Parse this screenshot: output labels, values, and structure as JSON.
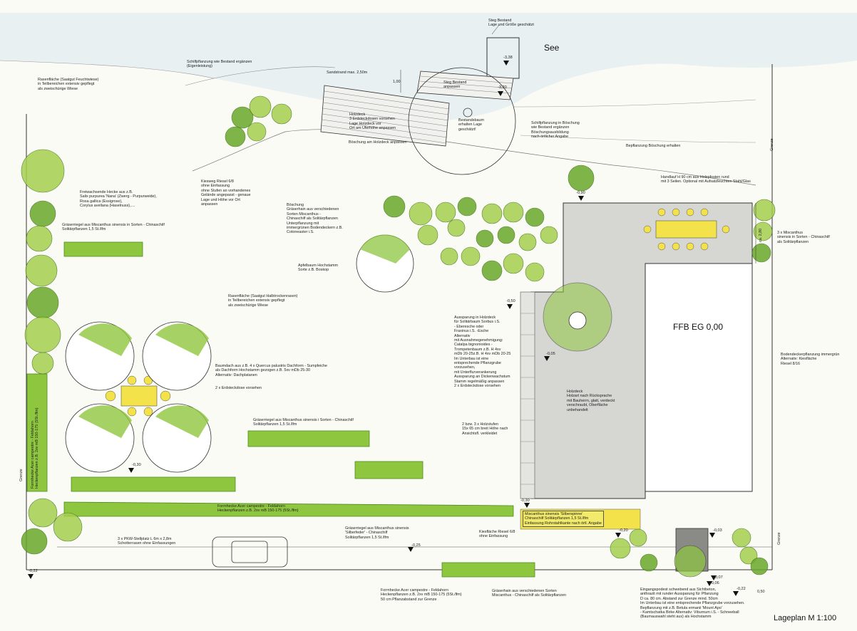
{
  "colors": {
    "hedge_green": "#8ec63f",
    "dark_green": "#4e8a1f",
    "shadow_brown": "#8b7d6b",
    "yellow": "#f3e24a",
    "lake_blue": "#cfe3ec",
    "deck_grey": "#d7d7d3",
    "house_white": "#ffffff",
    "path_stroke": "#333333"
  },
  "plan": {
    "title": "Lageplan M 1:100",
    "lake": "See",
    "house": "FFB EG 0,00",
    "labels": {
      "steg_bestand": "Steg Bestand\nLage und Größe geschätzt",
      "rasen_feucht": "Rasenfläche (Saatgut Feuchtwiese)\nin Teilbereichen extensiv gepflegt\nals zweischürige Wiese",
      "schilf_top": "Schilfpflanzung wie Bestand ergänzen\n(Eigenleistung)",
      "sandstrand": "Sandstrand max. 2,50m",
      "dim_100": "1,00",
      "steg_anpassen": "Steg Bestand\nanpassen",
      "holzdeck_top": "Holzdeck\n3 Erdsteckdosen vorsehen\nLage Holzdeck vor\nOrt am Uferhöhe anpassen",
      "boeschung_holzdeck": "Böschung am Holzdeck anpassen",
      "bestandsbaum": "Bestandsbaum\nerhalten Lage\ngeschätzt!",
      "schilf_boeschung": "Schilfpflanzung in Böschung\nwie Bestand ergänzen\nBöschungsausbildung\nnach örtlicher Angabe",
      "bepflanzung_boeschung": "Bepflanzung Böschung erhalten",
      "grenze_right": "Grenze",
      "handlauf": "Handlauf H 90 cm aus Holzpfosten rund\nmit 3 Seilen. Optional mit Aufsatzleuchten Stahl/Glas",
      "freihecke": "Freiwachsende Hecke aus z.B.\nSalix purpurea 'Nana' (Zwerg - Purpurweide),\nRosa gallica (Essigrose),\nCorylus avellana (Haselnuss),....",
      "kiesweg": "Kiesweg Riesel 6/8\nohne Einfassung\nohne Stufen an vorhandenes\nGelände angepasst - genaue\nLage und Höhe vor Ort\nanpassen",
      "boeschung_mid": "Böschung\nGräserhain aus verschiedenen\nSorten Miscanthus -\nChinaschilf als Solitärpflanzen\nUnterpflanzung mit\nimmergrünen Bodendeckern z.B.\nCotoneaster i.S.",
      "graeserriegel_left": "Gräserriegel aus Miscanthus sinensis in Sorten - Chinaschilf\nSolitärpflanzen 1,5 St./lfm",
      "miscanthus_right": "3 x Miscanthus\nsinensis in Sorten - Chinaschilf\nals Solitärpflanzen",
      "apfelbaum": "Apfelbaum Hochstamm\nSorte z.B. Boskop",
      "rasen_halb": "Rasenfläche (Saatgut Halbtrockenrasen)\nin Teilbereichen extensiv gepflegt\nals zweischürige Wiese",
      "aussparung": "Aussparung in Holzdeck\nfür Solitärbaum Sorbus i.S.\n- Eberesche oder\nFraxinus i.S. -Esche\nAlternativ\nmit Ausnahmegenehmigung:\nCatalpa bignonioides -\nTrompetenbaum z.B. H 4xv\nmDb 20-25z.B. H 4xv mDb 20-25\nIm Unterbau ist eine\nentsprechende Pflanzgrube\nvorzusehen,\nmit Unterflurverankerung\nAussparung an Dickenwachstum\nStamm regelmäßig anpassen\n2 x Erdsteckdose vorsehen",
      "bodendecker": "Bodendeckerpflanzung immergrün\nAlternativ: Kiesfläche\nRiesel 8/16",
      "baumdach": "Baumdach aus z.B. 4 x Quercus palustris Dachform - Sumpfeiche\nals Dachform Hochstamm gezogen z.B. 5xv mDb 25-30\nAlternativ: Dachplatanen",
      "erdsteckdose": "2 x Erdsteckdose vorsehen",
      "holzdeck_main": "Holzdeck\nHolzart nach Rücksprache\nmit Bauherrn, glatt, verdeckt\nverschraubt, Oberfläche\nunbehandelt",
      "graeserriegel_mid": "Gräserriegel aus Miscanthus sinensis i Sorten - Chinaschilf\nSolitärpflanzen 1,5 St./lfm",
      "holzstufen": "2 bzw. 3 x Holzstufen\n15x 65 cm breit Höhe nach\nAnsichtsfl. verkleidet",
      "grenze_left": "Grenze",
      "formhecke_mid": "Formhecke Acer campestre - Feldahorn\nHeckenpflanzen z.B. 2xv mB 150-175 (5St./lfm)",
      "formhecke_vert": "Formhecke Acer campestre - Feldahorn\nHeckenpflanzen z.B. 2xv mB 150-175 (5St./lfm)",
      "miscanthus_box": "Miscanthus sinensis 'Silberspinne'\nChinaschilf Solitärpflanzen 1,5 St./lfm\nEinfassung Rohrstahlkante nach örtl. Angabe",
      "parking": "3 x PKW-Stellplatz L 6m x 2,8m\nSchotterrasen ohne Einfassungen",
      "graeserriegel_bottom": "Gräserriegel aus Miscanthus sinensis\n'Silberfeder' - Chinaschilf\nSolitärpflanzen 1,5 St./lfm",
      "kiesflaeche": "Kiesfläche Riesel 6/8\nohne Einfassung",
      "formhecke_bottom": "Formhecke Acer campestre - Feldahorn\nHeckenpflanzen z.B. 2xv mB 150-175 (5St./lfm)\n50 cm Pflanzabstand zur Grenze",
      "graeserhain_bottom": "Gräserhain aus verschiedenen Sorten\nMiscanthus - Chinaschilf als Solitärpflanzen",
      "eingangspodest": "Eingangspodest schwebend aus Sichtbeton,\nanthrazit mit runder Aussparung für Pflanzung\nD ca. 80 cm. Abstand zur Grenze mind. 50cm\nIm Unterbau ist eine entsprechende Pflanzgrube vorzusehen.\nBepflanzung mit z.B. Betula ermanii 'Mount Apo'\n- Kamtschatka Birke Alternativ: Viburnum i.S. - Schneeball\n(Baumauswahl steht aus) als Hochstamm",
      "grenze_bottom": "Grenze",
      "dim_280": "ca. 2,80",
      "dim_050": "0,50"
    },
    "levels": {
      "l338": "-3,38",
      "l320": "-3,20",
      "l090": "-0,90",
      "l050": "-0,50",
      "l005": "-0,05",
      "l030": "-0,30",
      "l030b": "-0,30",
      "l025": "-0,25",
      "l020": "-0,20",
      "l003": "-0,03",
      "l022": "-0,22",
      "l022b": "-0,22",
      "l007": "-0,07",
      "l006": "-0,06"
    }
  }
}
